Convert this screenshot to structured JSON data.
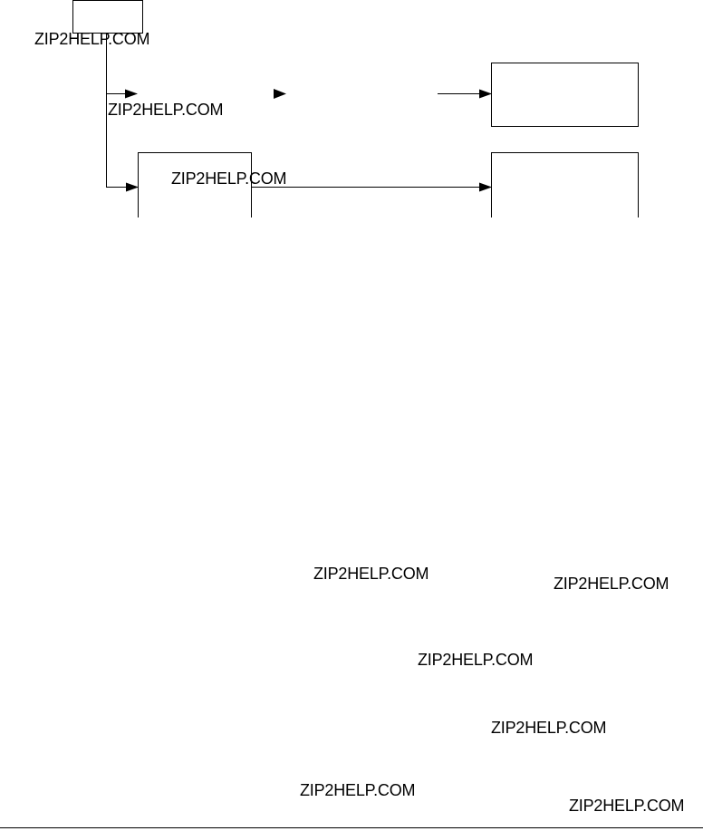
{
  "colors": {
    "stroke": "#000000",
    "background": "#ffffff",
    "text": "#000000"
  },
  "watermarks": [
    "ZIP2HELP.COM",
    "ZIP2HELP.COM",
    "ZIP2HELP.COM",
    "ZIP2HELP.COM",
    "ZIP2HELP.COM",
    "ZIP2HELP.COM",
    "ZIP2HELP.COM",
    "ZIP2HELP.COM",
    "ZIP2HELP.COM"
  ]
}
